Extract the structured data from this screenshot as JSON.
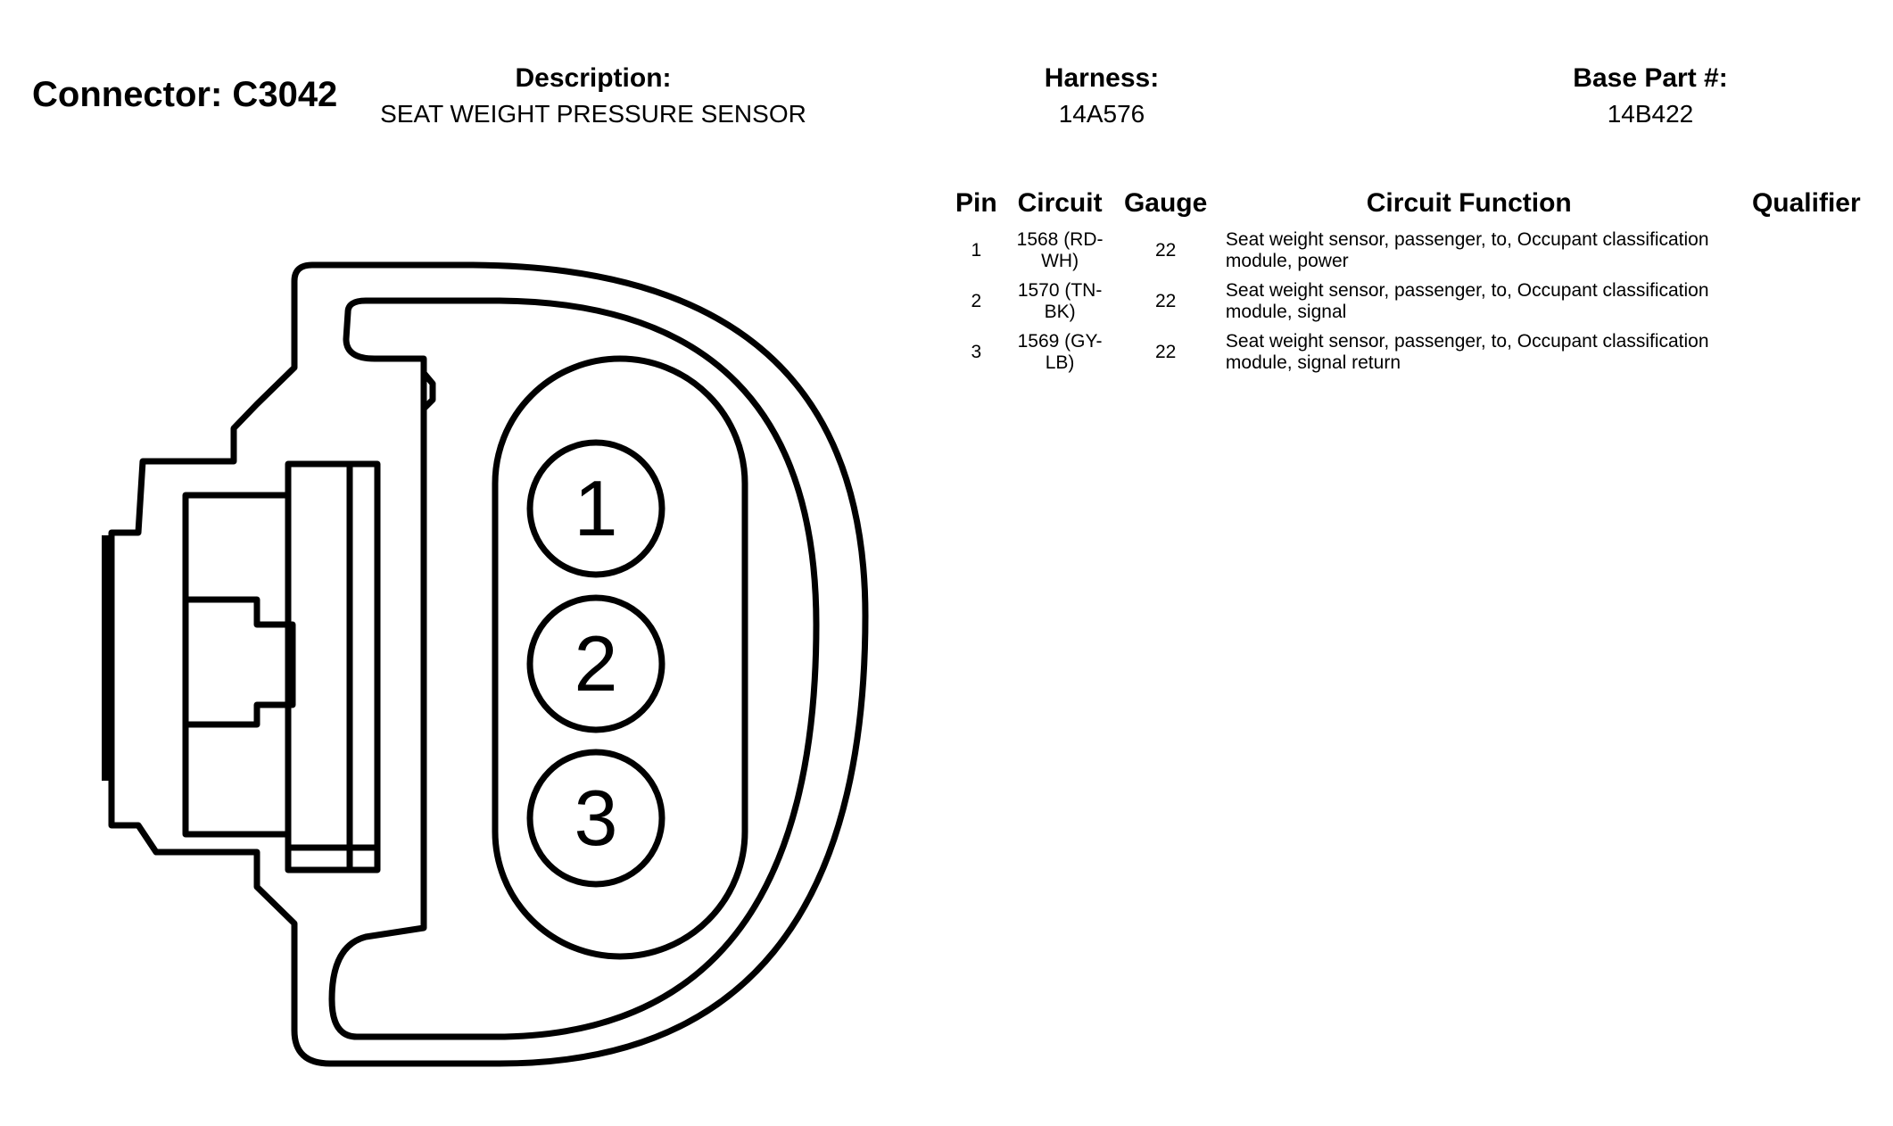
{
  "connector": {
    "title": "Connector: C3042"
  },
  "description": {
    "label": "Description:",
    "value": "SEAT WEIGHT PRESSURE SENSOR"
  },
  "harness": {
    "label": "Harness:",
    "value": "14A576"
  },
  "base_part": {
    "label": "Base Part #:",
    "value": "14B422"
  },
  "table": {
    "headers": {
      "pin": "Pin",
      "circuit": "Circuit",
      "gauge": "Gauge",
      "function": "Circuit Function",
      "qualifier": "Qualifier"
    },
    "rows": [
      {
        "pin": "1",
        "circuit": "1568 (RD-WH)",
        "gauge": "22",
        "function": "Seat weight sensor, passenger, to, Occupant classification module, power",
        "qualifier": ""
      },
      {
        "pin": "2",
        "circuit": "1570 (TN-BK)",
        "gauge": "22",
        "function": "Seat weight sensor, passenger, to, Occupant classification module, signal",
        "qualifier": ""
      },
      {
        "pin": "3",
        "circuit": "1569 (GY-LB)",
        "gauge": "22",
        "function": "Seat weight sensor, passenger, to, Occupant classification module, signal return",
        "qualifier": ""
      }
    ]
  },
  "diagram": {
    "pins": [
      "1",
      "2",
      "3"
    ],
    "line_color": "#000000"
  }
}
